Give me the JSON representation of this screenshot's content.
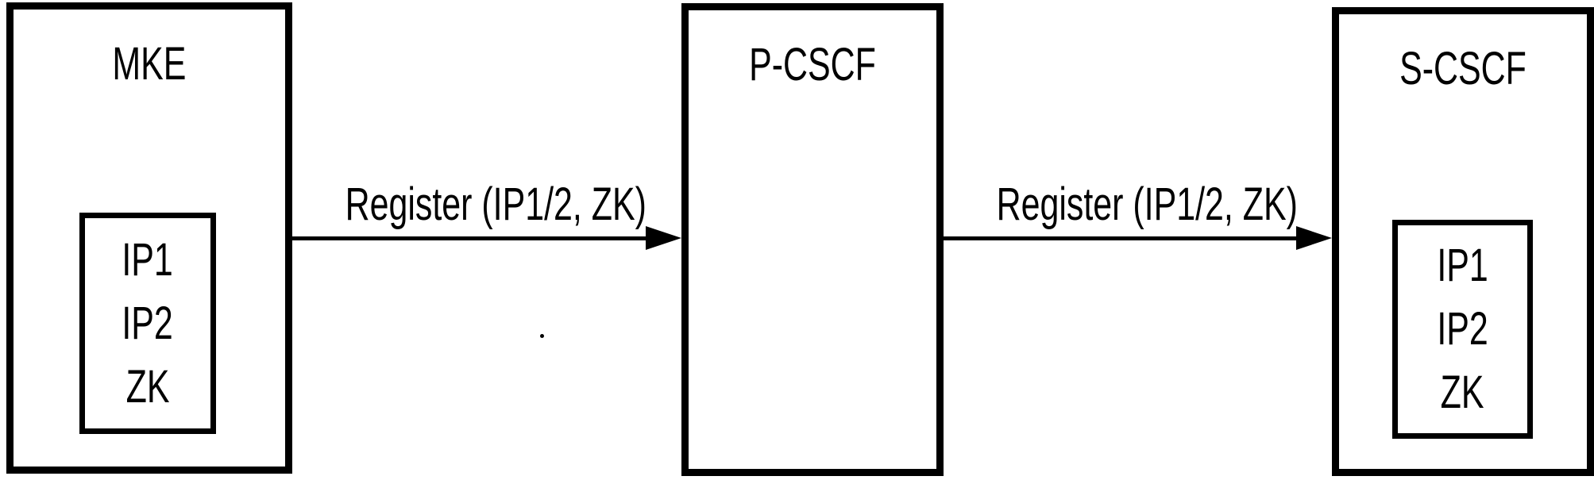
{
  "figure": {
    "background_color": "#ffffff",
    "ink_color": "#000000",
    "nodes": [
      {
        "title": "MKE",
        "items": [
          "IP1",
          "IP2",
          "ZK"
        ]
      },
      {
        "title": "P-CSCF",
        "items": []
      },
      {
        "title": "S-CSCF",
        "items": [
          "IP1",
          "IP2",
          "ZK"
        ]
      }
    ],
    "arrows": [
      {
        "label": "Register (IP1/2, ZK)",
        "direction": "right",
        "from": "MKE",
        "to": "P-CSCF"
      },
      {
        "label": "Register (IP1/2, ZK)",
        "direction": "right",
        "from": "P-CSCF",
        "to": "S-CSCF"
      }
    ]
  }
}
